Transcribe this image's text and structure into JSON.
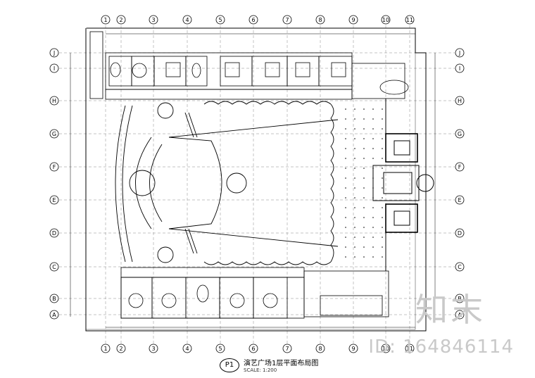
{
  "drawing": {
    "title": "演艺广场1层平面布局图",
    "scale_label": "SCALE: 1:200",
    "plate_number": "P1"
  },
  "grid": {
    "columns": [
      "1",
      "2",
      "3",
      "4",
      "5",
      "6",
      "7",
      "8",
      "9",
      "10",
      "11"
    ],
    "rows": [
      "J",
      "I",
      "H",
      "G",
      "F",
      "E",
      "D",
      "C",
      "B",
      "A"
    ]
  },
  "watermark": {
    "logo_text": "知末",
    "id_text": "ID: 164846114"
  }
}
